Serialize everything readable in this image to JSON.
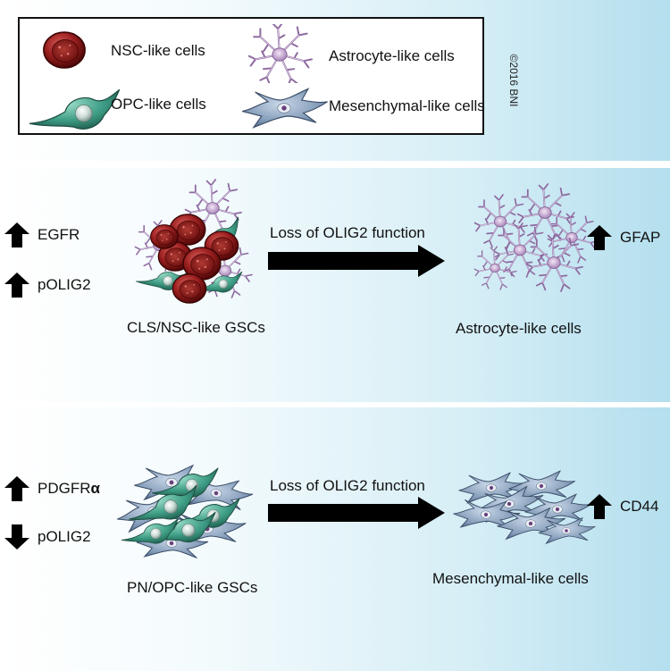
{
  "copyright": "©2016 BNI",
  "legend": {
    "items": [
      {
        "label": "NSC-like cells",
        "icon": "nsc-cell-icon"
      },
      {
        "label": "OPC-like cells",
        "icon": "opc-cell-icon"
      },
      {
        "label": "Astrocyte-like cells",
        "icon": "astrocyte-cell-icon"
      },
      {
        "label": "Mesenchymal-like cells",
        "icon": "mesenchymal-cell-icon"
      }
    ]
  },
  "row1": {
    "markers": [
      {
        "direction": "up",
        "label": "EGFR"
      },
      {
        "direction": "up",
        "label": "pOLIG2"
      }
    ],
    "source_label": "CLS/NSC-like GSCs",
    "arrow_label": "Loss of OLIG2 function",
    "target_label": "Astrocyte-like cells",
    "target_marker": {
      "direction": "up",
      "label": "GFAP"
    }
  },
  "row2": {
    "markers": [
      {
        "direction": "up",
        "label_main": "PDGFR",
        "label_symbol": "α"
      },
      {
        "direction": "down",
        "label": "pOLIG2"
      }
    ],
    "source_label": "PN/OPC-like GSCs",
    "arrow_label": "Loss of OLIG2 function",
    "target_label": "Mesenchymal-like cells",
    "target_marker": {
      "direction": "up",
      "label": "CD44"
    }
  },
  "colors": {
    "nsc": "#8e1a1a",
    "opc": "#3f9e86",
    "astrocyte": "#c7a9d2",
    "mesenchymal": "#7d96b4",
    "arrow": "#000000"
  }
}
